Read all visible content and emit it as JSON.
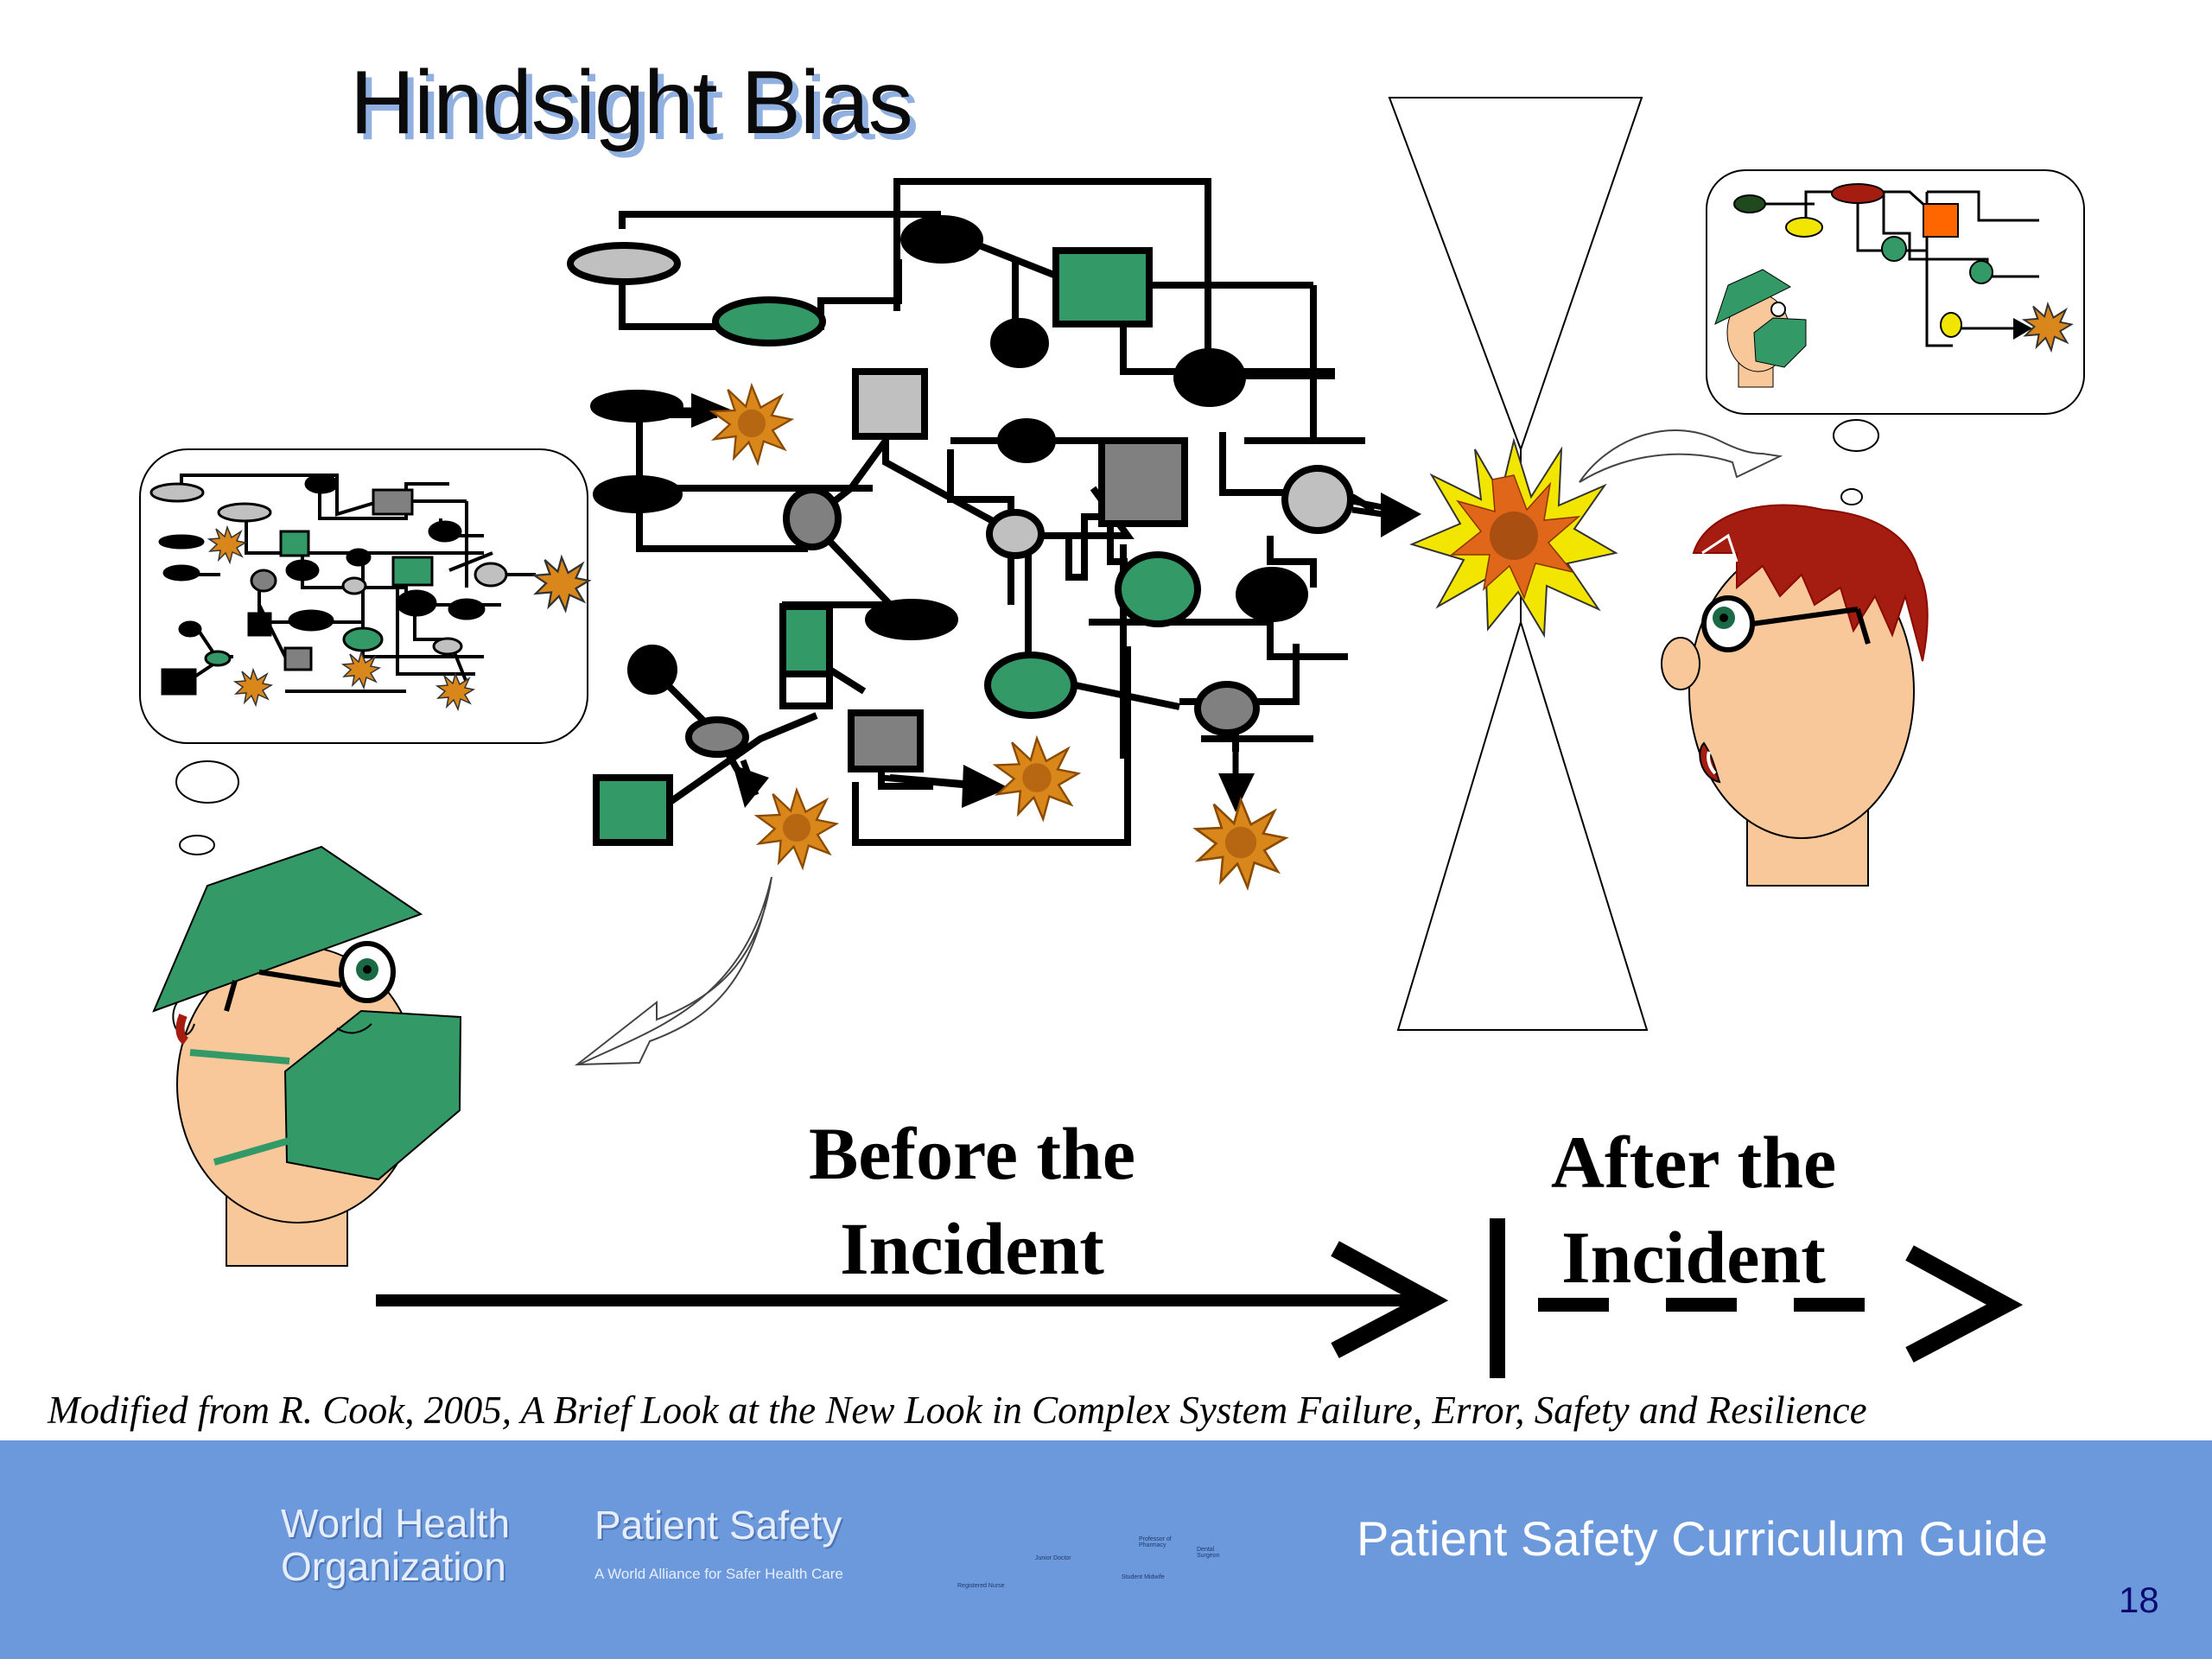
{
  "slide": {
    "title": "Hindsight Bias",
    "before_label": [
      "Before the",
      "Incident"
    ],
    "after_label": [
      "After the",
      "Incident"
    ],
    "citation": "Modified from R. Cook, 2005, A Brief Look at the New Look in Complex System Failure, Error, Safety and Resilience"
  },
  "footer": {
    "org_name": [
      "World Health",
      "Organization"
    ],
    "programme_title": "Patient Safety",
    "programme_subtitle": "A World Alliance for Safer Health Care",
    "curriculum_title": "Patient Safety Curriculum Guide",
    "page_number": "18",
    "figure_labels": [
      "Registered Nurse",
      "Junior Doctor",
      "Student Midwife",
      "Professor of Pharmacy",
      "Dental Surgeon"
    ]
  },
  "colors": {
    "green": "#339966",
    "footer_blue": "#6c99dc",
    "title_shadow": "#8fb0e0",
    "burst_orange": "#d9861a",
    "burst_yellow": "#f2e600",
    "hair_red": "#a51c10",
    "skin": "#f8c89a"
  },
  "icons": [
    "who-emblem-icon",
    "surgeon-icon",
    "observer-icon",
    "explosion-icon",
    "hourglass-icon",
    "thought-bubble-icon",
    "timeline-arrow-icon"
  ]
}
